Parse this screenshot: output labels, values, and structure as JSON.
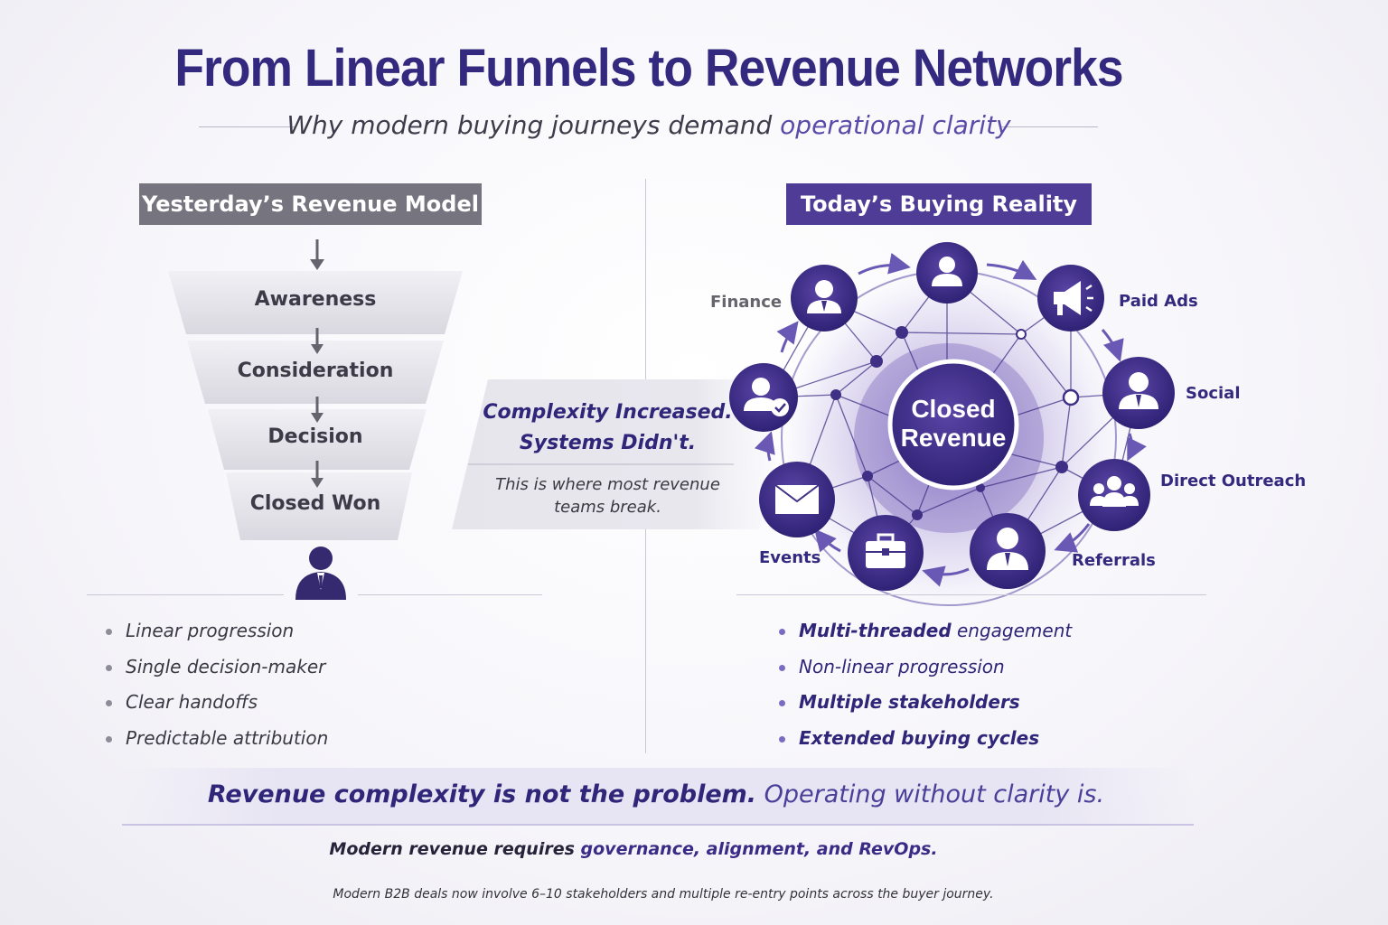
{
  "title": "From Linear Funnels to Revenue Networks",
  "subtitle": {
    "prefix": "Why modern buying journeys demand ",
    "accent": "operational clarity"
  },
  "left": {
    "header": "Yesterday’s Revenue Model",
    "stages": [
      "Awareness",
      "Consideration",
      "Decision",
      "Closed Won"
    ],
    "bullets": [
      "Linear progression",
      "Single decision-maker",
      "Clear handoffs",
      "Predictable attribution"
    ]
  },
  "callout": {
    "title_line1": "Complexity Increased.",
    "title_line2": "Systems Didn't.",
    "sub_line1": "This is where most revenue",
    "sub_line2": "teams break."
  },
  "right": {
    "header": "Today’s Buying Reality",
    "center_line1": "Closed",
    "center_line2": "Revenue",
    "labels": {
      "finance": "Finance",
      "paid_ads": "Paid Ads",
      "social": "Social",
      "direct_outreach": "Direct Outreach",
      "referrals": "Referrals",
      "events": "Events"
    },
    "bullets": [
      {
        "bold": "Multi-threaded",
        "rest": " engagement"
      },
      {
        "bold": "",
        "rest": "Non-linear progression"
      },
      {
        "bold": "Multiple stakeholders",
        "rest": ""
      },
      {
        "bold": "Extended buying cycles",
        "rest": ""
      }
    ]
  },
  "bottom": {
    "tagline_bold": "Revenue complexity is not the problem.",
    "tagline_rest": " Operating without clarity is.",
    "modern_prefix": "Modern revenue requires ",
    "modern_highlight": "governance, alignment, and RevOps.",
    "footnote": "Modern B2B deals now involve 6–10 stakeholders and multiple re-entry points across the buyer journey."
  },
  "colors": {
    "primary": "#33297e",
    "accent": "#4e3c97",
    "gray_header": "#76747e",
    "node": "#3f2f85"
  }
}
